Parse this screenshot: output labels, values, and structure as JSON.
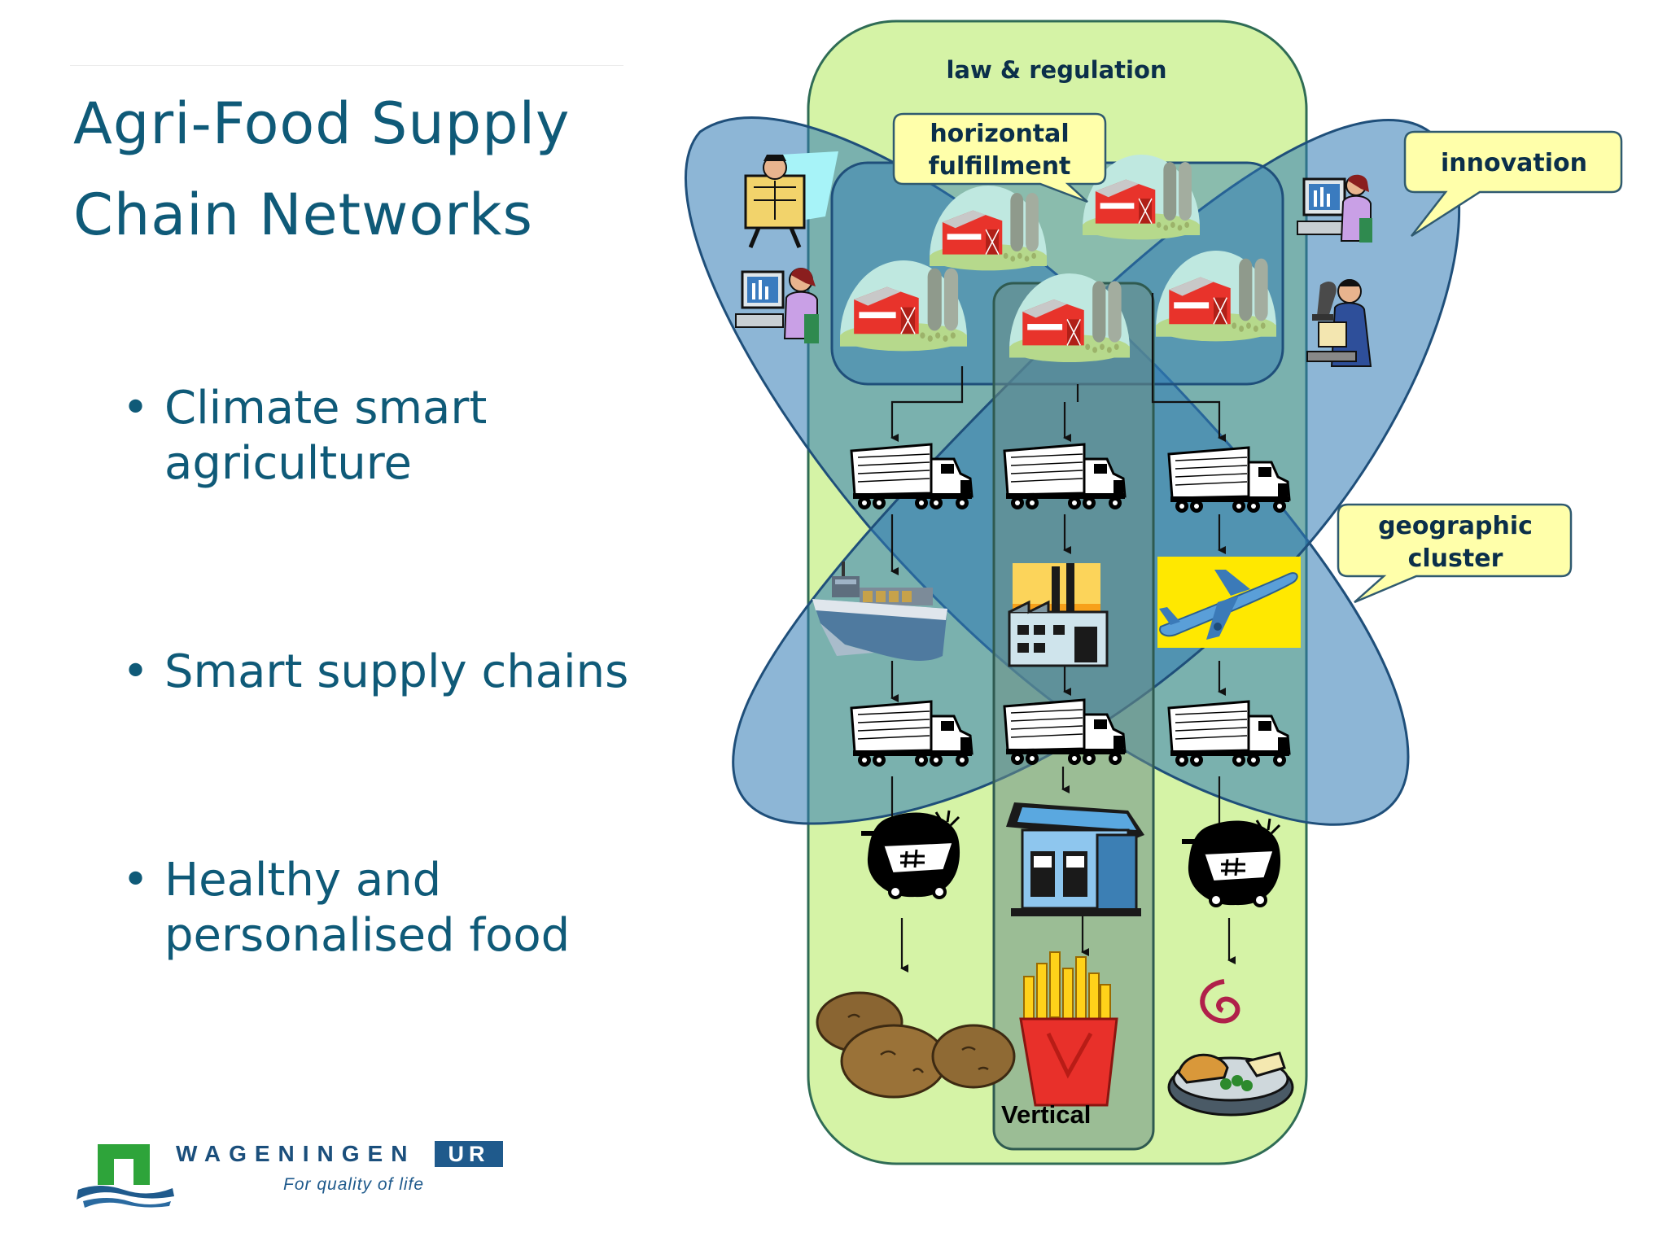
{
  "slide": {
    "title_line1": "Agri-Food Supply",
    "title_line2": "Chain Networks",
    "bullets": [
      {
        "line1": "Climate smart",
        "line2": "agriculture"
      },
      {
        "line1": "Smart supply chains",
        "line2": ""
      },
      {
        "line1": "Healthy and",
        "line2": "personalised food"
      }
    ]
  },
  "diagram": {
    "labels": {
      "law": "law & regulation",
      "horizontal_line1": "horizontal",
      "horizontal_line2": "fulfillment",
      "innovation": "innovation",
      "geographic_line1": "geographic",
      "geographic_line2": "cluster",
      "vertical": "Vertical"
    },
    "icons": [
      "farm-icon",
      "truck-icon",
      "ship-icon",
      "factory-icon",
      "airplane-icon",
      "shopping-cart-icon",
      "gas-station-shop-icon",
      "potatoes-icon",
      "french-fries-icon",
      "meal-icon",
      "office-worker-icon",
      "scientist-icon",
      "engineer-icon"
    ],
    "colors": {
      "outer_green": "#d5f3a6",
      "petal_blue": "#4e8cbd",
      "vertical_band": "#7b9b8e",
      "callout_yellow": "#ffffaa",
      "barn_red": "#e8332b"
    }
  },
  "logo": {
    "wordmark": "WAGENINGEN",
    "ur": "UR",
    "tagline": "For quality of life"
  }
}
